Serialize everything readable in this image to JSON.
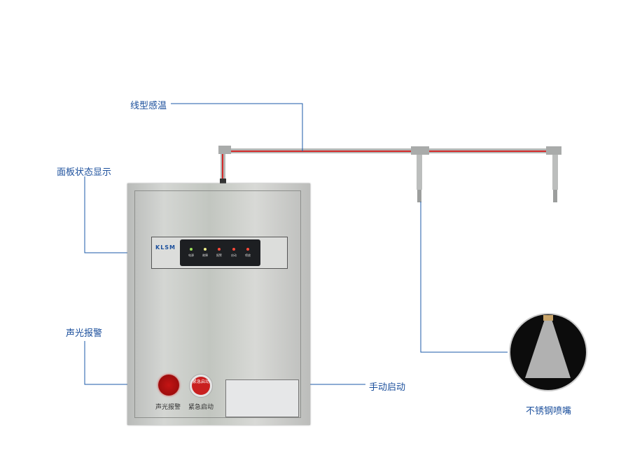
{
  "labels": {
    "sensor": "线型感温",
    "panel": "面板状态显示",
    "alarm": "声光报警",
    "manual": "手动启动",
    "nozzle": "不锈钢喷嘴"
  },
  "panel": {
    "brand": "KLSM",
    "leds": [
      {
        "label": "电源",
        "color": "#9be05a"
      },
      {
        "label": "故障",
        "color": "#f0f08a"
      },
      {
        "label": "报警",
        "color": "#ff4a3a"
      },
      {
        "label": "启动",
        "color": "#ff4a3a"
      },
      {
        "label": "喷放",
        "color": "#ff4a3a"
      }
    ]
  },
  "buttons": {
    "alarm_label": "声光报警",
    "emergency_label": "紧急启动",
    "emergency_face": "紧急启动"
  },
  "colors": {
    "callout": "#1b5aa8",
    "pipe": "#d42a2a"
  }
}
